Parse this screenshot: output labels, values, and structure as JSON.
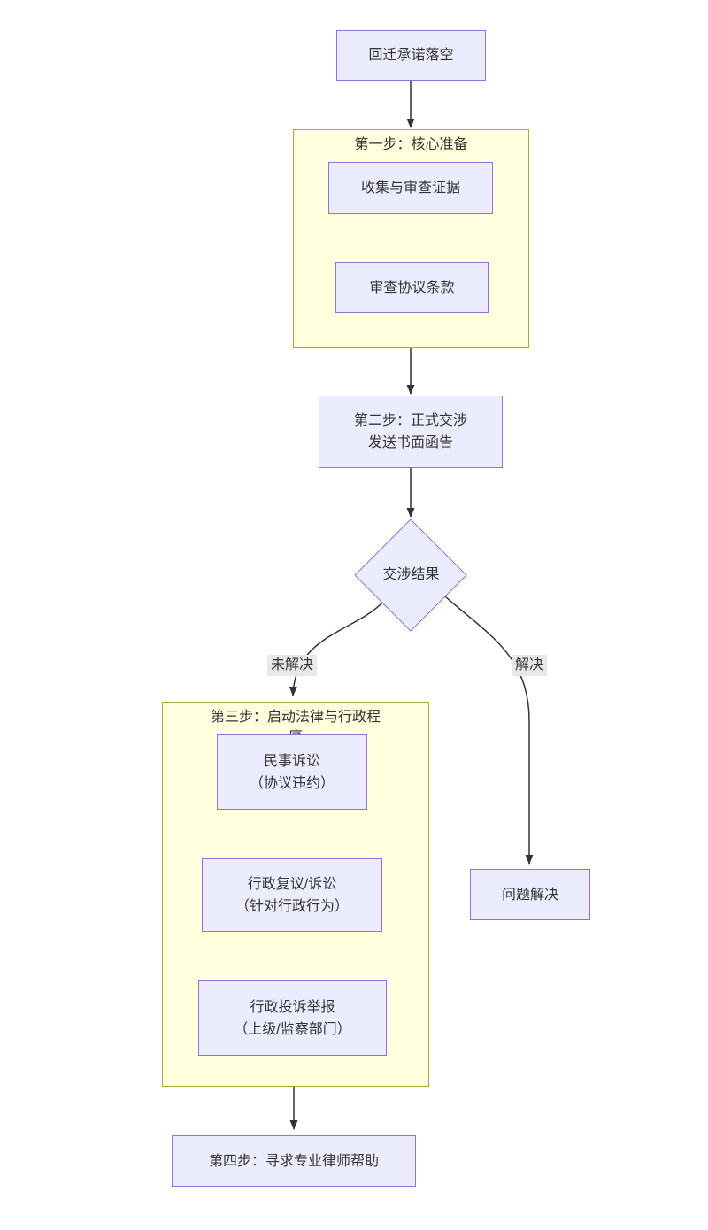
{
  "colors": {
    "background": "#ffffff",
    "node-fill": "#ECECFF",
    "node-border": "#9370DB",
    "cluster-fill": "#ffffde",
    "cluster-border": "#aaaa33",
    "edge-color": "#333333",
    "label-bg": "#e8e8e8",
    "text-color": "#333333"
  },
  "flowchart": {
    "start": {
      "label": "回迁承诺落空"
    },
    "step1": {
      "title": "第一步：核心准备",
      "evidence": {
        "label": "收集与审查证据"
      },
      "terms": {
        "label": "审查协议条款"
      }
    },
    "step2": {
      "lines": [
        "第二步：正式交涉",
        "发送书面函告"
      ]
    },
    "decision": {
      "label": "交涉结果"
    },
    "branch_labels": {
      "unresolved": "未解决",
      "resolved": "解决"
    },
    "step3": {
      "title_lines": [
        "第三步：启动法律与行政程",
        "序"
      ],
      "civil": {
        "lines": [
          "民事诉讼",
          "（协议违约）"
        ]
      },
      "admin_review": {
        "lines": [
          "行政复议/诉讼",
          "（针对行政行为）"
        ]
      },
      "complaint": {
        "lines": [
          "行政投诉举报",
          "（上级/监察部门）"
        ]
      }
    },
    "solved": {
      "label": "问题解决"
    },
    "step4": {
      "label": "第四步：寻求专业律师帮助"
    }
  }
}
